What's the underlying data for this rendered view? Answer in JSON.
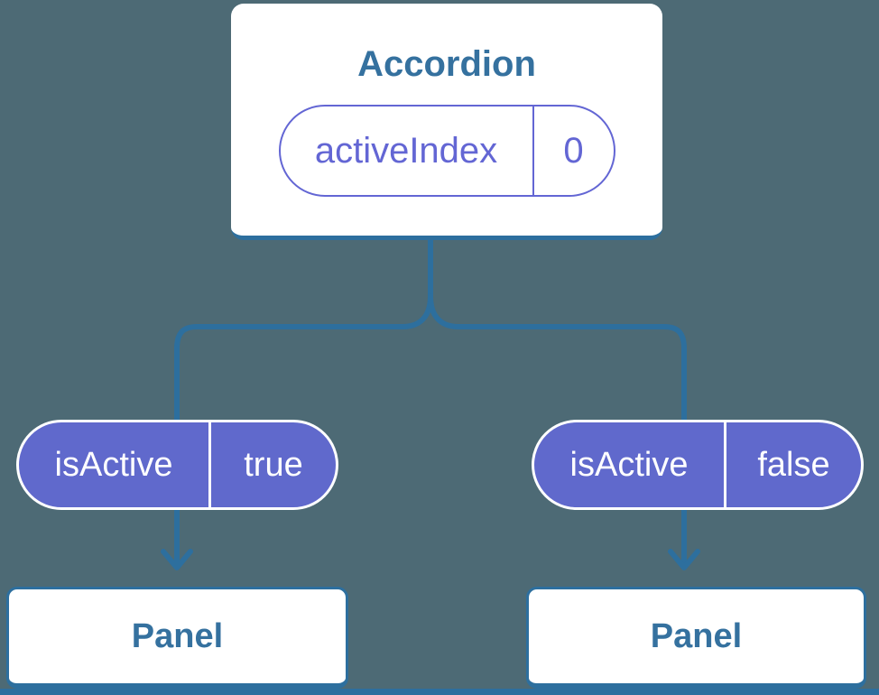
{
  "colors": {
    "bg": "#4d6a75",
    "line": "#2d6f9e",
    "text": "#35719f",
    "purpleFill": "#6069cc",
    "purpleAccent": "#6366d4",
    "white": "#ffffff"
  },
  "diagram": {
    "root": {
      "title": "Accordion",
      "state_pill": {
        "name": "activeIndex",
        "value": "0"
      }
    },
    "children": [
      {
        "title": "Panel",
        "prop_pill": {
          "name": "isActive",
          "value": "true"
        }
      },
      {
        "title": "Panel",
        "prop_pill": {
          "name": "isActive",
          "value": "false"
        }
      }
    ]
  }
}
